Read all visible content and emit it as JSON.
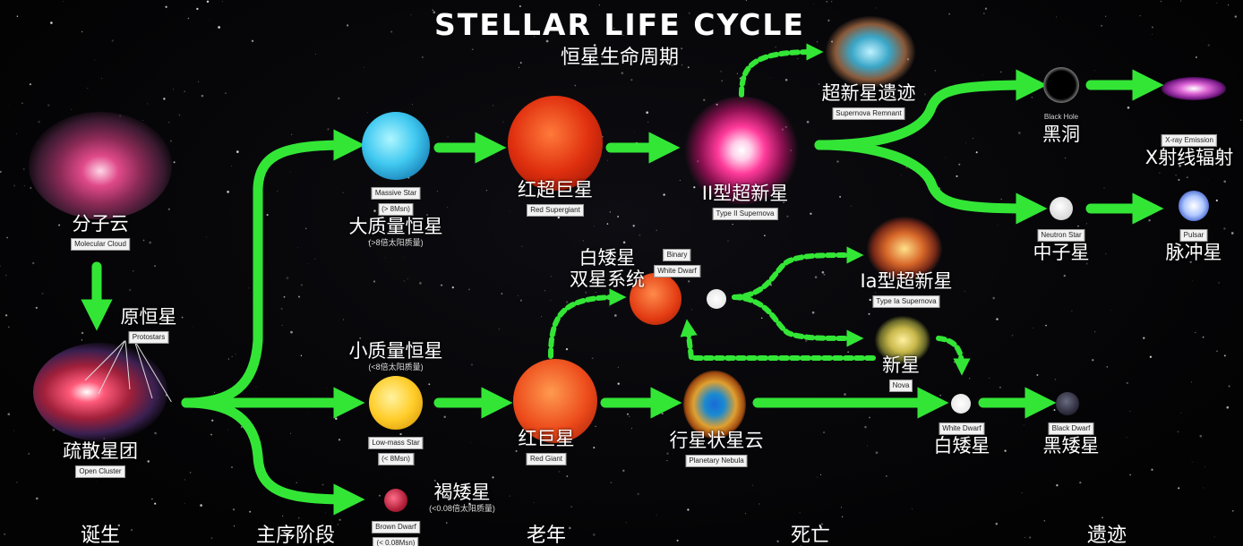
{
  "title": "STELLAR LIFE CYCLE",
  "title_zh": "恒星生命周期",
  "stages": [
    "诞生",
    "主序阶段",
    "老年",
    "死亡",
    "遗迹"
  ],
  "nodes": {
    "molecular_cloud": {
      "zh": "分子云",
      "en": "Molecular Cloud"
    },
    "protostar": {
      "zh": "原恒星",
      "en": "Protostars"
    },
    "open_cluster": {
      "zh": "疏散星团",
      "en": "Open Cluster"
    },
    "massive_star": {
      "zh": "大质量恒星",
      "en": "Massive Star",
      "en_sub": "(> 8Msn)",
      "sub": "(>8倍太阳质量)"
    },
    "low_mass_star": {
      "zh": "小质量恒星",
      "en": "Low-mass Star",
      "en_sub": "(< 8Msn)",
      "sub": "(<8倍太阳质量)"
    },
    "brown_dwarf": {
      "zh": "褐矮星",
      "sub": "(<0.08倍太阳质量)",
      "en": "Brown Dwarf",
      "en_sub": "(< 0.08Msn)"
    },
    "red_supergiant": {
      "zh": "红超巨星",
      "en": "Red Supergiant"
    },
    "red_giant": {
      "zh": "红巨星",
      "en": "Red Giant"
    },
    "type2_supernova": {
      "zh": "II型超新星",
      "en": "Type II Supernova"
    },
    "supernova_remnant": {
      "zh": "超新星遗迹",
      "en": "Supernova Remnant"
    },
    "binary_wd": {
      "zh1": "白矮星",
      "zh2": "双星系统",
      "en1": "Binary",
      "en2": "White Dwarf"
    },
    "type1a_supernova": {
      "zh": "Ia型超新星",
      "en": "Type Ia Supernova"
    },
    "nova": {
      "zh": "新星",
      "en": "Nova"
    },
    "planetary_nebula": {
      "zh": "行星状星云",
      "en": "Planetary Nebula"
    },
    "black_hole": {
      "zh": "黑洞",
      "en": "Black Hole"
    },
    "neutron_star": {
      "zh": "中子星",
      "en": "Neutron Star"
    },
    "xray": {
      "zh": "X射线辐射",
      "en": "X-ray Emission"
    },
    "pulsar": {
      "zh": "脉冲星",
      "en": "Pulsar"
    },
    "white_dwarf": {
      "zh": "白矮星",
      "en": "White Dwarf"
    },
    "black_dwarf": {
      "zh": "黑矮星",
      "en": "Black Dwarf"
    }
  },
  "colors": {
    "arrow": "#33e636",
    "background": "#050505"
  }
}
